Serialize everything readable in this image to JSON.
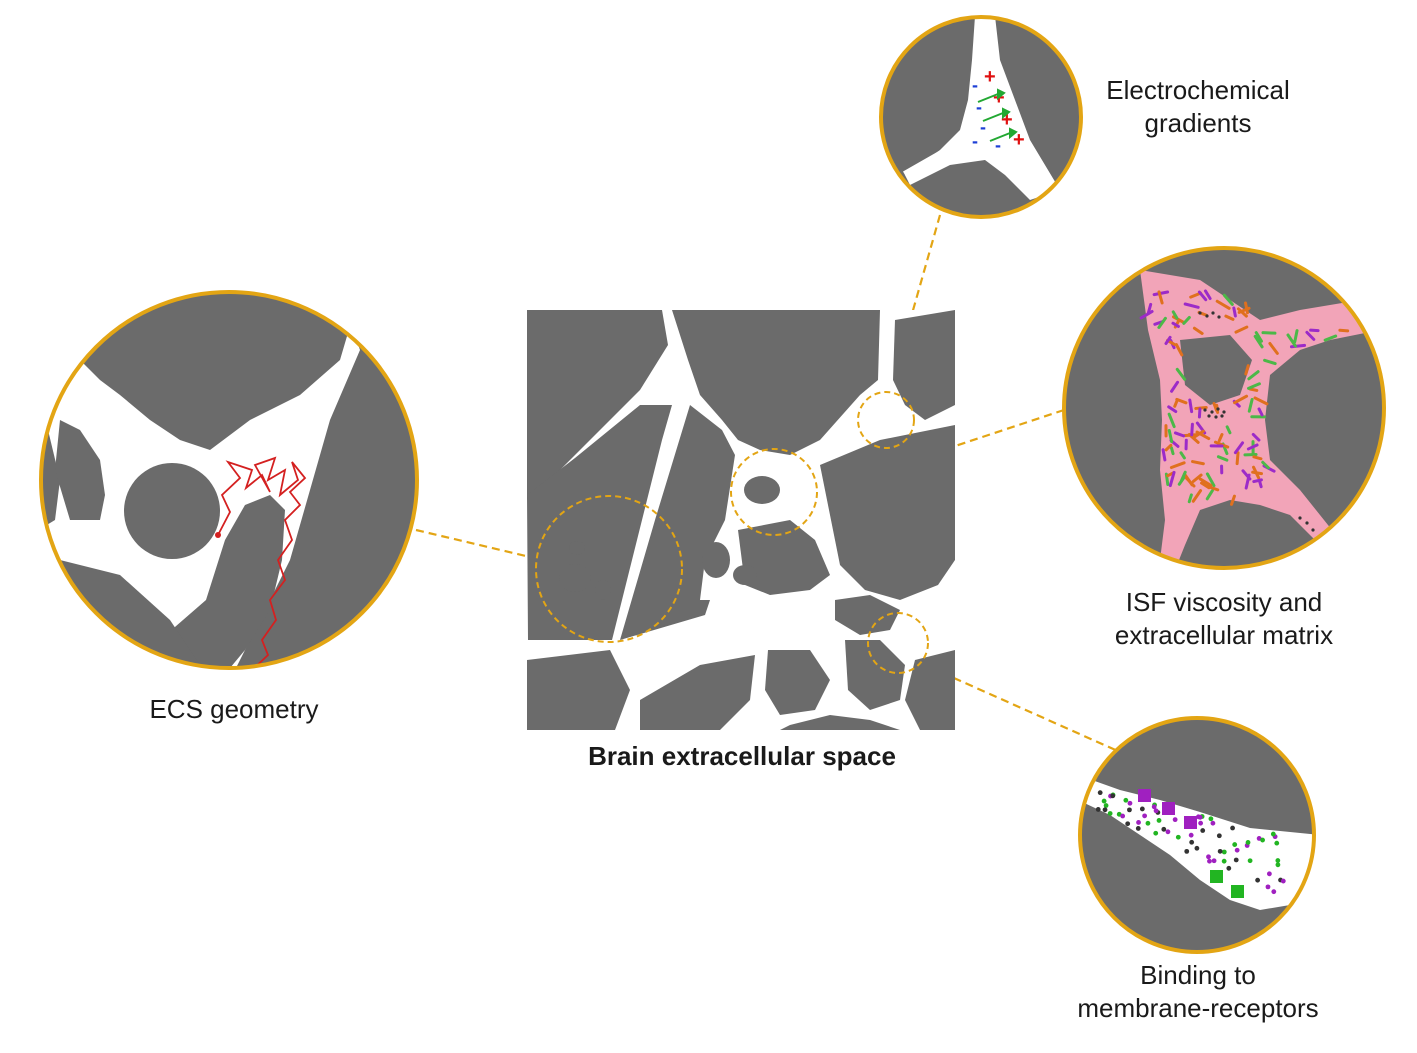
{
  "center": {
    "title": "Brain extracellular space"
  },
  "insets": {
    "geometry": {
      "label": "ECS geometry"
    },
    "gradients": {
      "label_line1": "Electrochemical",
      "label_line2": "gradients",
      "plus_symbol": "+",
      "minus_symbol": "-"
    },
    "matrix": {
      "label_line1": "ISF viscosity and",
      "label_line2": "extracellular matrix"
    },
    "binding": {
      "label_line1": "Binding to",
      "label_line2": "membrane-receptors"
    }
  },
  "colors": {
    "cell": "#6b6b6b",
    "ecs": "#ffffff",
    "ring": "#e3a514",
    "leader": "#e3a514",
    "path": "#d42020",
    "plus": "#e01010",
    "minus": "#1d3fd6",
    "arrow": "#22a832",
    "matrix_fill": "#f2a4b8",
    "fiber_purple": "#9c2bc8",
    "fiber_orange": "#e0701e",
    "fiber_green": "#4cb848",
    "dot_purple": "#a020c0",
    "dot_green": "#22b522",
    "dot_black": "#333333"
  }
}
